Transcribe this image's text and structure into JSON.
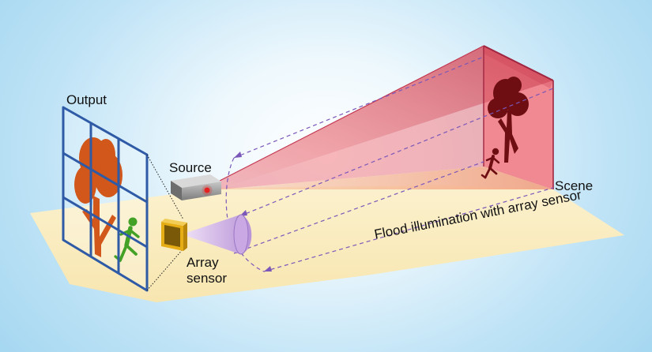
{
  "labels": {
    "output": "Output",
    "source": "Source",
    "scene": "Scene",
    "array_sensor_line1": "Array",
    "array_sensor_line2": "sensor",
    "caption": "Flood illumination with array sensor"
  },
  "colors": {
    "floor": "#fbefc5",
    "grid": "#2e5aa6",
    "tree_output": "#d2571a",
    "runner_output": "#43a126",
    "tree_scene": "#6e0d12",
    "beam": "#e45a6a",
    "scene_wall": "#f29aa7",
    "dashed": "#7a57b9",
    "sensor_frame": "#e2a80f"
  }
}
